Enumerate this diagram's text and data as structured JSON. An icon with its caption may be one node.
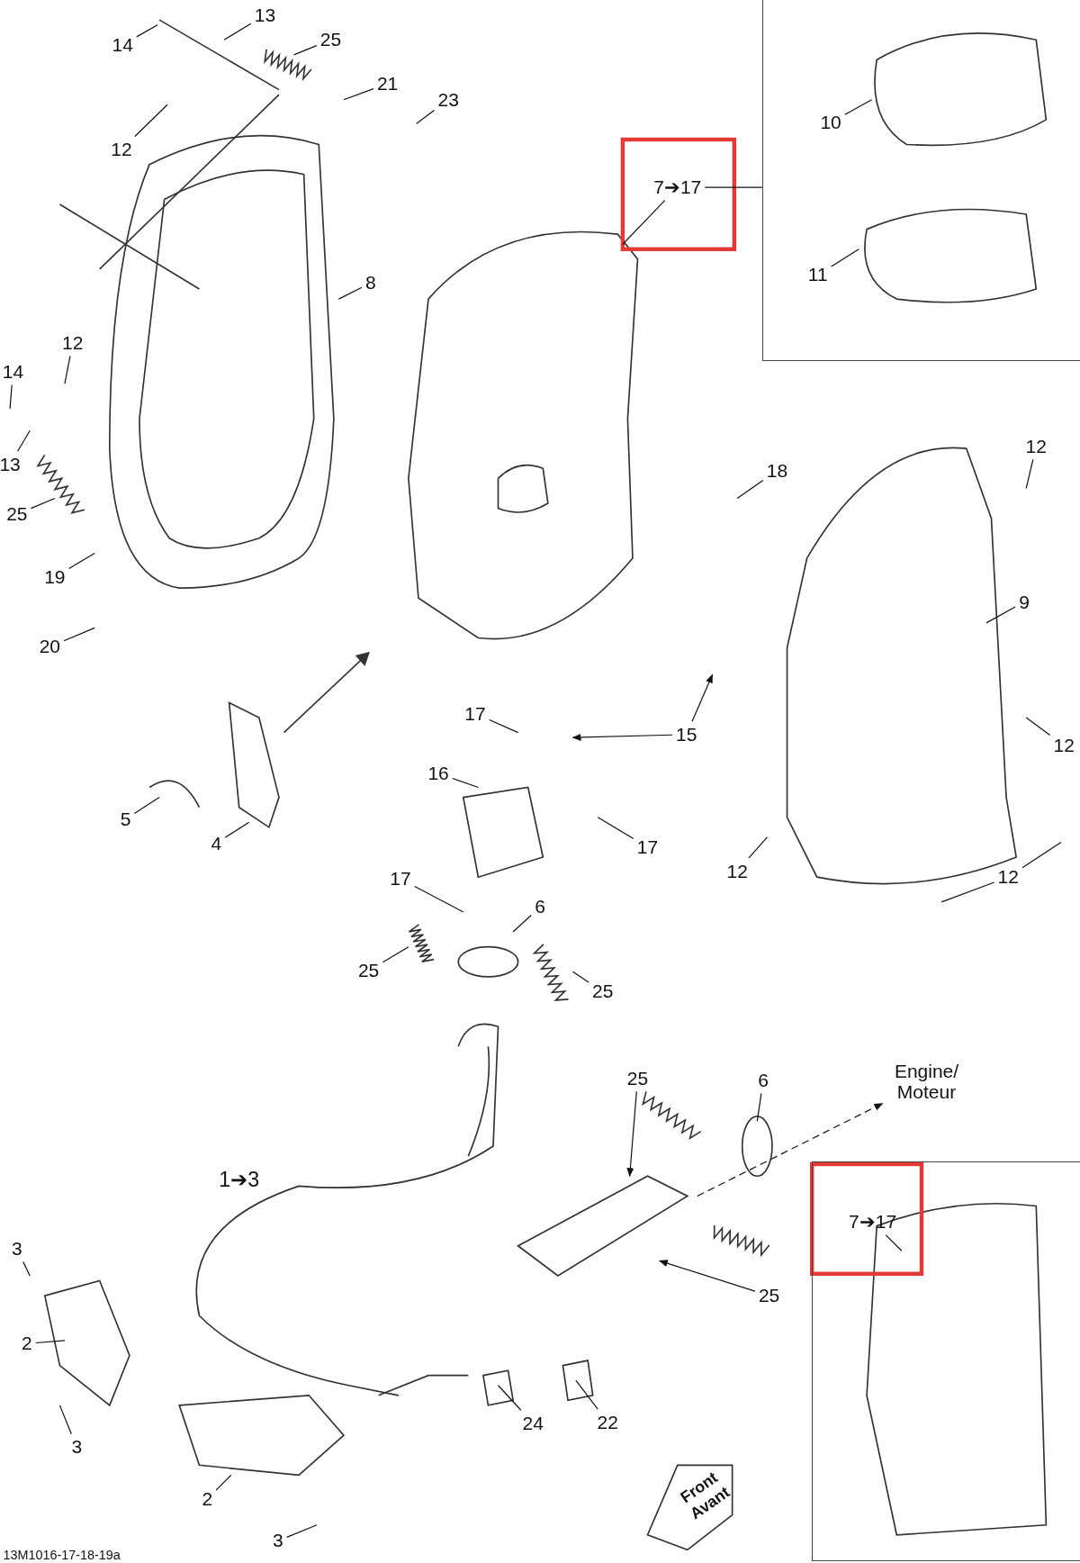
{
  "diagram": {
    "nodes": [
      {
        "text": [
          "14"
        ]
      },
      {
        "text": [
          "13"
        ]
      },
      {
        "text": [
          "25"
        ]
      },
      {
        "text": [
          "21"
        ]
      },
      {
        "text": [
          "23"
        ]
      },
      {
        "text": [
          "12"
        ]
      },
      {
        "text": [
          "7➔17"
        ]
      },
      {
        "text": [],
        "shape": "box"
      },
      {
        "text": [
          "10"
        ],
        "in": 7
      },
      {
        "text": [
          "11"
        ],
        "in": 7
      },
      {
        "text": [
          "8"
        ]
      },
      {
        "text": [
          "12"
        ]
      },
      {
        "text": [
          "14"
        ]
      },
      {
        "text": [
          "13"
        ]
      },
      {
        "text": [
          "12"
        ]
      },
      {
        "text": [
          "18"
        ]
      },
      {
        "text": [
          "25"
        ]
      },
      {
        "text": [
          "19"
        ]
      },
      {
        "text": [
          "9"
        ]
      },
      {
        "text": [
          "20"
        ]
      },
      {
        "text": [
          "17"
        ]
      },
      {
        "text": [
          "15"
        ]
      },
      {
        "text": [
          "12"
        ]
      },
      {
        "text": [
          "16"
        ]
      },
      {
        "text": [
          "5"
        ]
      },
      {
        "text": [
          "4"
        ]
      },
      {
        "text": [
          "17"
        ]
      },
      {
        "text": [
          "12"
        ]
      },
      {
        "text": [
          "12"
        ]
      },
      {
        "text": [
          "17"
        ]
      },
      {
        "text": [
          "6"
        ]
      },
      {
        "text": [
          "25"
        ]
      },
      {
        "text": [
          "25"
        ]
      },
      {
        "text": [
          "25"
        ]
      },
      {
        "text": [
          "6"
        ]
      },
      {
        "text": [
          "Engine/ Moteur"
        ]
      },
      {
        "text": [],
        "shape": "box"
      },
      {
        "text": [
          "7➔17"
        ],
        "in": 36
      },
      {
        "text": [
          "3"
        ]
      },
      {
        "text": [
          "25"
        ]
      },
      {
        "text": [
          "2"
        ]
      },
      {
        "text": [
          "24"
        ]
      },
      {
        "text": [
          "22"
        ]
      },
      {
        "text": [
          "3"
        ]
      },
      {
        "text": [
          "2"
        ]
      },
      {
        "text": [
          "3"
        ]
      }
    ],
    "edges": [
      {
        "from": 0,
        "to": null,
        "arrow": "none"
      },
      {
        "from": 1,
        "to": null,
        "arrow": "none"
      },
      {
        "from": 2,
        "to": null,
        "arrow": "none"
      },
      {
        "from": 3,
        "to": null,
        "arrow": "none"
      },
      {
        "from": 4,
        "to": null,
        "arrow": "none"
      },
      {
        "from": 5,
        "to": null,
        "arrow": "none"
      },
      {
        "from": 6,
        "to": null,
        "arrow": "none"
      },
      {
        "from": 6,
        "to": 7,
        "arrow": "none"
      },
      {
        "from": 8,
        "to": null,
        "arrow": "none"
      },
      {
        "from": 9,
        "to": null,
        "arrow": "none"
      },
      {
        "from": 10,
        "to": null,
        "arrow": "none"
      },
      {
        "from": 11,
        "to": null,
        "arrow": "none"
      },
      {
        "from": 12,
        "to": null,
        "arrow": "none"
      },
      {
        "from": 13,
        "to": null,
        "arrow": "none"
      },
      {
        "from": 14,
        "to": null,
        "arrow": "none"
      },
      {
        "from": 15,
        "to": null,
        "arrow": "none"
      },
      {
        "from": 16,
        "to": null,
        "arrow": "none"
      },
      {
        "from": 17,
        "to": null,
        "arrow": "none"
      },
      {
        "from": 18,
        "to": null,
        "arrow": "none"
      },
      {
        "from": 19,
        "to": null,
        "arrow": "none"
      },
      {
        "from": 20,
        "to": null,
        "arrow": "none"
      },
      {
        "from": 21,
        "to": null,
        "arrow": "to"
      },
      {
        "from": 21,
        "to": null,
        "arrow": "to"
      },
      {
        "from": 22,
        "to": null,
        "arrow": "none"
      },
      {
        "from": 23,
        "to": null,
        "arrow": "none"
      },
      {
        "from": 24,
        "to": null,
        "arrow": "none"
      },
      {
        "from": 25,
        "to": null,
        "arrow": "none"
      },
      {
        "from": 26,
        "to": null,
        "arrow": "none"
      },
      {
        "from": 27,
        "to": null,
        "arrow": "none"
      },
      {
        "from": 28,
        "to": null,
        "arrow": "none"
      },
      {
        "from": 28,
        "to": null,
        "arrow": "none"
      },
      {
        "from": 29,
        "to": null,
        "arrow": "none"
      },
      {
        "from": 30,
        "to": null,
        "arrow": "none"
      },
      {
        "from": 31,
        "to": null,
        "arrow": "none"
      },
      {
        "from": 32,
        "to": null,
        "arrow": "none"
      },
      {
        "from": 33,
        "to": null,
        "arrow": "to"
      },
      {
        "from": 34,
        "to": null,
        "arrow": "none"
      },
      {
        "from": null,
        "to": 35,
        "arrow": "to",
        "style": "dashed"
      },
      {
        "from": 37,
        "to": null,
        "arrow": "none"
      },
      {
        "from": 38,
        "to": null,
        "arrow": "none"
      },
      {
        "from": 39,
        "to": null,
        "arrow": "to"
      },
      {
        "from": 40,
        "to": null,
        "arrow": "none"
      },
      {
        "from": 41,
        "to": null,
        "arrow": "none"
      },
      {
        "from": 42,
        "to": null,
        "arrow": "none"
      },
      {
        "from": 43,
        "to": null,
        "arrow": "none"
      },
      {
        "from": 44,
        "to": null,
        "arrow": "none"
      },
      {
        "from": 45,
        "to": null,
        "arrow": "none"
      }
    ],
    "labels": [
      "1➔3",
      "Front Avant",
      "13M1016-17-18-19a"
    ]
  }
}
